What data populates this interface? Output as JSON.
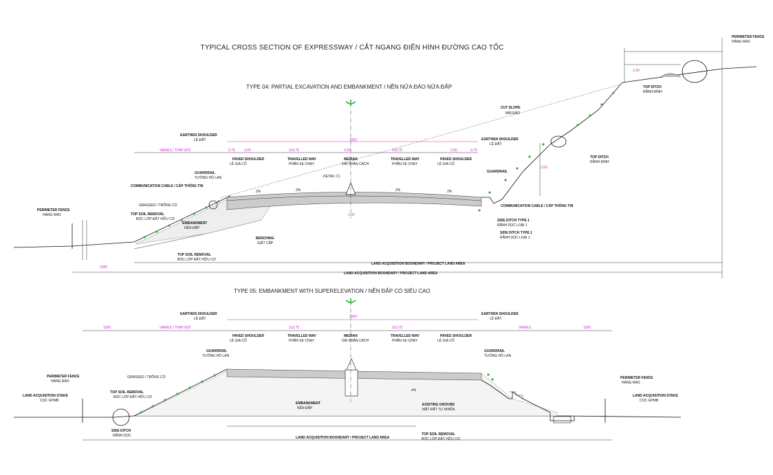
{
  "main_title": "TYPICAL CROSS SECTION OF EXPRESSWAY / CẮT NGANG ĐIỂN HÌNH ĐƯỜNG CAO TỐC",
  "type04": {
    "title": "TYPE 04: PARTIAL EXCAVATION AND EMBANKMENT / NỀN NỬA ĐÀO NỬA ĐẮP",
    "labels": {
      "land_acquisition_boundary_en": "LAND ACQUISITION BOUNDARY / PROJECT LAND AREA",
      "perimeter_fence": "PERIMETER FENCE",
      "fence_vn": "HÀNG RÀO",
      "guardrail": "GUARDRAIL",
      "guardrail_vn": "TƯỜNG HỘ LAN",
      "shoulder": "EARTHEN SHOULDER",
      "shoulder_vn": "LỀ ĐẤT",
      "travelled_way": "TRAVELLED WAY",
      "travelled_way_vn": "PHẦN XE CHẠY",
      "median": "MEDIAN",
      "median_vn": "DẢI PHÂN CÁCH",
      "paved_shoulder": "PAVED SHOULDER",
      "paved_shoulder_vn": "LỀ GIA CỐ",
      "grassed": "GRASSED / TRỒNG CỎ",
      "topsoil": "TOP SOIL REMOVAL",
      "topsoil_vn": "BÓC LỚP ĐẤT HỮU CƠ",
      "embankment": "EMBANKMENT",
      "embankment_vn": "NỀN ĐẮP",
      "benching": "BENCHING",
      "benching_vn": "GIẬT CẤP",
      "communication_cable": "COMMUNICATION CABLE / CÁP THÔNG TIN",
      "side_ditch": "SIDE DITCH TYPE 1",
      "side_ditch_vn": "RÃNH DỌC LOẠI 1",
      "top_ditch": "TOP DITCH",
      "top_ditch_vn": "RÃNH ĐỈNH",
      "cut_slope": "CUT SLOPE",
      "cut_slope_vn": "MÁI ĐÀO",
      "detail": "DETAIL C1",
      "slope_pct": "2%"
    },
    "dims": {
      "total": "2550",
      "varies": "VARIES / THAY ĐỔI",
      "lane": "2x3.75",
      "ps": "3.00",
      "md": "3.00",
      "ls": "0.75",
      "left_offset": "1000",
      "cut_h": "3.00",
      "ditch_w": "1.00",
      "top": "1.50"
    }
  },
  "type05": {
    "title": "TYPE 05: EMBANKMENT WITH SUPERELEVATION / NỀN ĐẮP CÓ SIÊU CAO",
    "labels": {
      "guardrail": "GUARDRAIL",
      "guardrail_vn": "TƯỜNG HỘ LAN",
      "shoulder": "EARTHEN SHOULDER",
      "shoulder_vn": "LỀ ĐẤT",
      "travelled_way": "TRAVELLED WAY",
      "travelled_way_vn": "PHẦN XE CHẠY",
      "paved_shoulder": "PAVED SHOULDER",
      "paved_shoulder_vn": "LỀ GIA CỐ",
      "median": "MEDIAN",
      "median_vn": "DẢI PHÂN CÁCH",
      "grassed": "GRASSED / TRỒNG CỎ",
      "perimeter_fence": "PERIMETER FENCE",
      "fence_vn": "HÀNG RÀO",
      "land_acquisition_stake": "LAND ACQUISITION STAKE",
      "stake_vn": "CỌC GPMB",
      "existing_ground": "EXISTING GROUND",
      "existing_ground_vn": "MẶT ĐẤT TỰ NHIÊN",
      "embankment": "EMBANKMENT",
      "embankment_vn": "NỀN ĐẮP",
      "topsoil": "TOP SOIL REMOVAL",
      "topsoil_vn": "BÓC LỚP ĐẤT HỮU CƠ",
      "land_acq": "LAND ACQUISITION BOUNDARY / PROJECT LAND AREA",
      "side_ditch": "SIDE DITCH",
      "side_ditch_vn": "RÃNH DỌC",
      "super": "e%"
    },
    "dims": {
      "total": "2550",
      "varies": "VARIES / THAY ĐỔI",
      "lane": "2x3.75",
      "left": "1000",
      "right": "1000",
      "varies_r": "VARIES"
    }
  },
  "colors": {
    "dimension": "#d02ad0",
    "grass": "#2fae36",
    "line": "#111111"
  }
}
